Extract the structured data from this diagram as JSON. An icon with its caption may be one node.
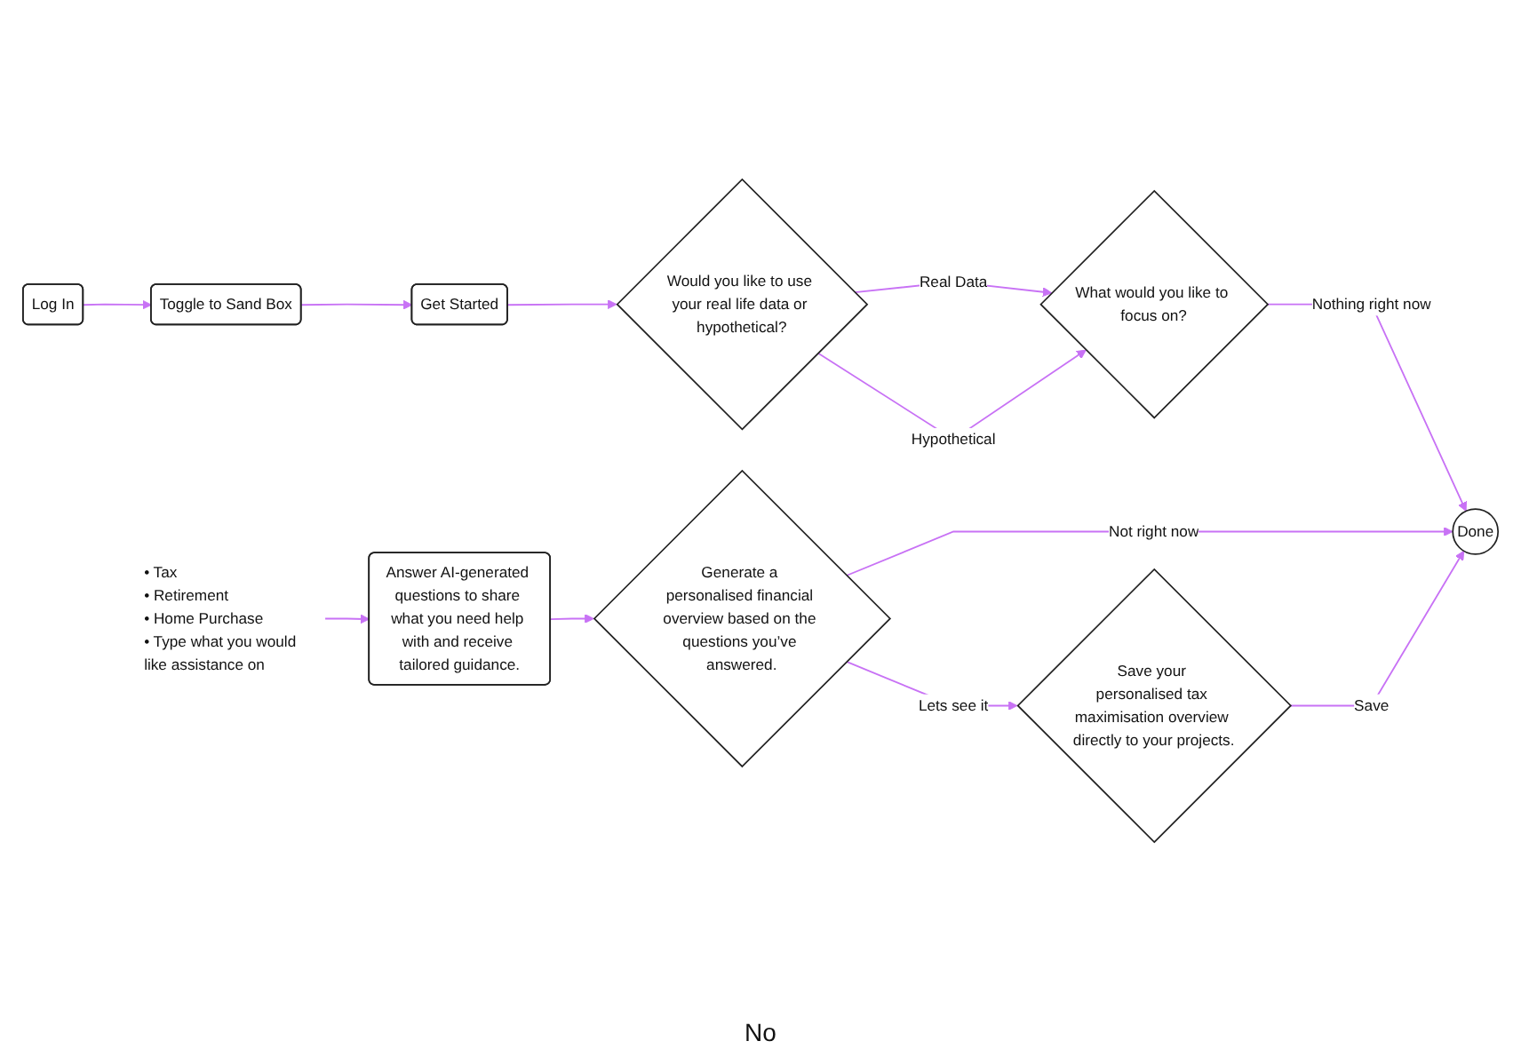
{
  "diagram": {
    "nodes": [
      {
        "text": [
          "Log In"
        ]
      },
      {
        "text": [
          "Toggle to Sand Box"
        ]
      },
      {
        "text": [
          "Get Started"
        ]
      },
      {
        "text": [
          "Would you like to use your real life data or hypothetical?"
        ]
      },
      {
        "text": [
          "What would you like to focus on?"
        ]
      },
      {
        "text": [
          "• Tax",
          "• Retirement",
          "• Home Purchase",
          "• Type what you would like assistance on"
        ]
      },
      {
        "text": [
          "Done"
        ]
      },
      {
        "text": [
          "Answer AI-generated questions to share what you need help with and receive tailored guidance."
        ]
      },
      {
        "text": [
          "Generate a personalised financial overview based on the questions you’ve answered."
        ]
      },
      {
        "text": [
          "Save your personalised tax maximisation overview directly to your projects."
        ]
      }
    ],
    "edges": [
      {
        "from": 0,
        "to": 1,
        "arrow": "to"
      },
      {
        "from": 1,
        "to": 2,
        "arrow": "to"
      },
      {
        "from": 2,
        "to": 3,
        "arrow": "to"
      },
      {
        "from": 3,
        "to": 4,
        "arrow": "to",
        "label": "Real Data"
      },
      {
        "from": 3,
        "to": 4,
        "arrow": "to",
        "label": "Hypothetical"
      },
      {
        "from": 4,
        "to": 6,
        "arrow": "to",
        "label": "Nothing right now"
      },
      {
        "from": 5,
        "to": 7,
        "arrow": "to"
      },
      {
        "from": 7,
        "to": 8,
        "arrow": "to"
      },
      {
        "from": 8,
        "to": 6,
        "arrow": "to",
        "label": "Not right now"
      },
      {
        "from": 8,
        "to": 9,
        "arrow": "to",
        "label": "Lets see it"
      },
      {
        "from": 9,
        "to": 6,
        "arrow": "to",
        "label": "Save"
      }
    ],
    "labels": [
      "No"
    ]
  }
}
